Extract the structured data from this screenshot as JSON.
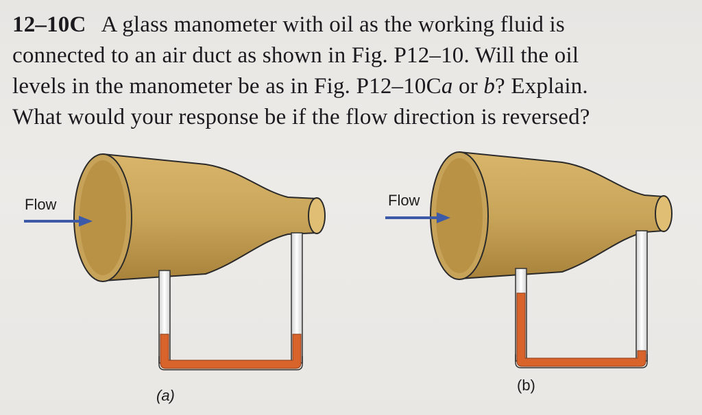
{
  "problem": {
    "number": "12–10C",
    "line1": "A glass manometer with oil as the working fluid is",
    "line2": "connected to an air duct as shown in Fig. P12–10. Will the oil",
    "line3_a": "levels in the manometer be as in Fig. P12–10C",
    "line3_italic_a": "a",
    "line3_b": " or ",
    "line3_italic_b": "b",
    "line3_c": "? Explain.",
    "line4": "What would your response be if the flow direction is reversed?"
  },
  "figure_a": {
    "flow_label": "Flow",
    "caption": "(a)"
  },
  "figure_b": {
    "flow_label": "Flow",
    "caption": "(b)"
  },
  "colors": {
    "duct": "#c9a55a",
    "duct_dark": "#a8823a",
    "oil": "#d8642c",
    "arrow": "#3d5aa8"
  }
}
